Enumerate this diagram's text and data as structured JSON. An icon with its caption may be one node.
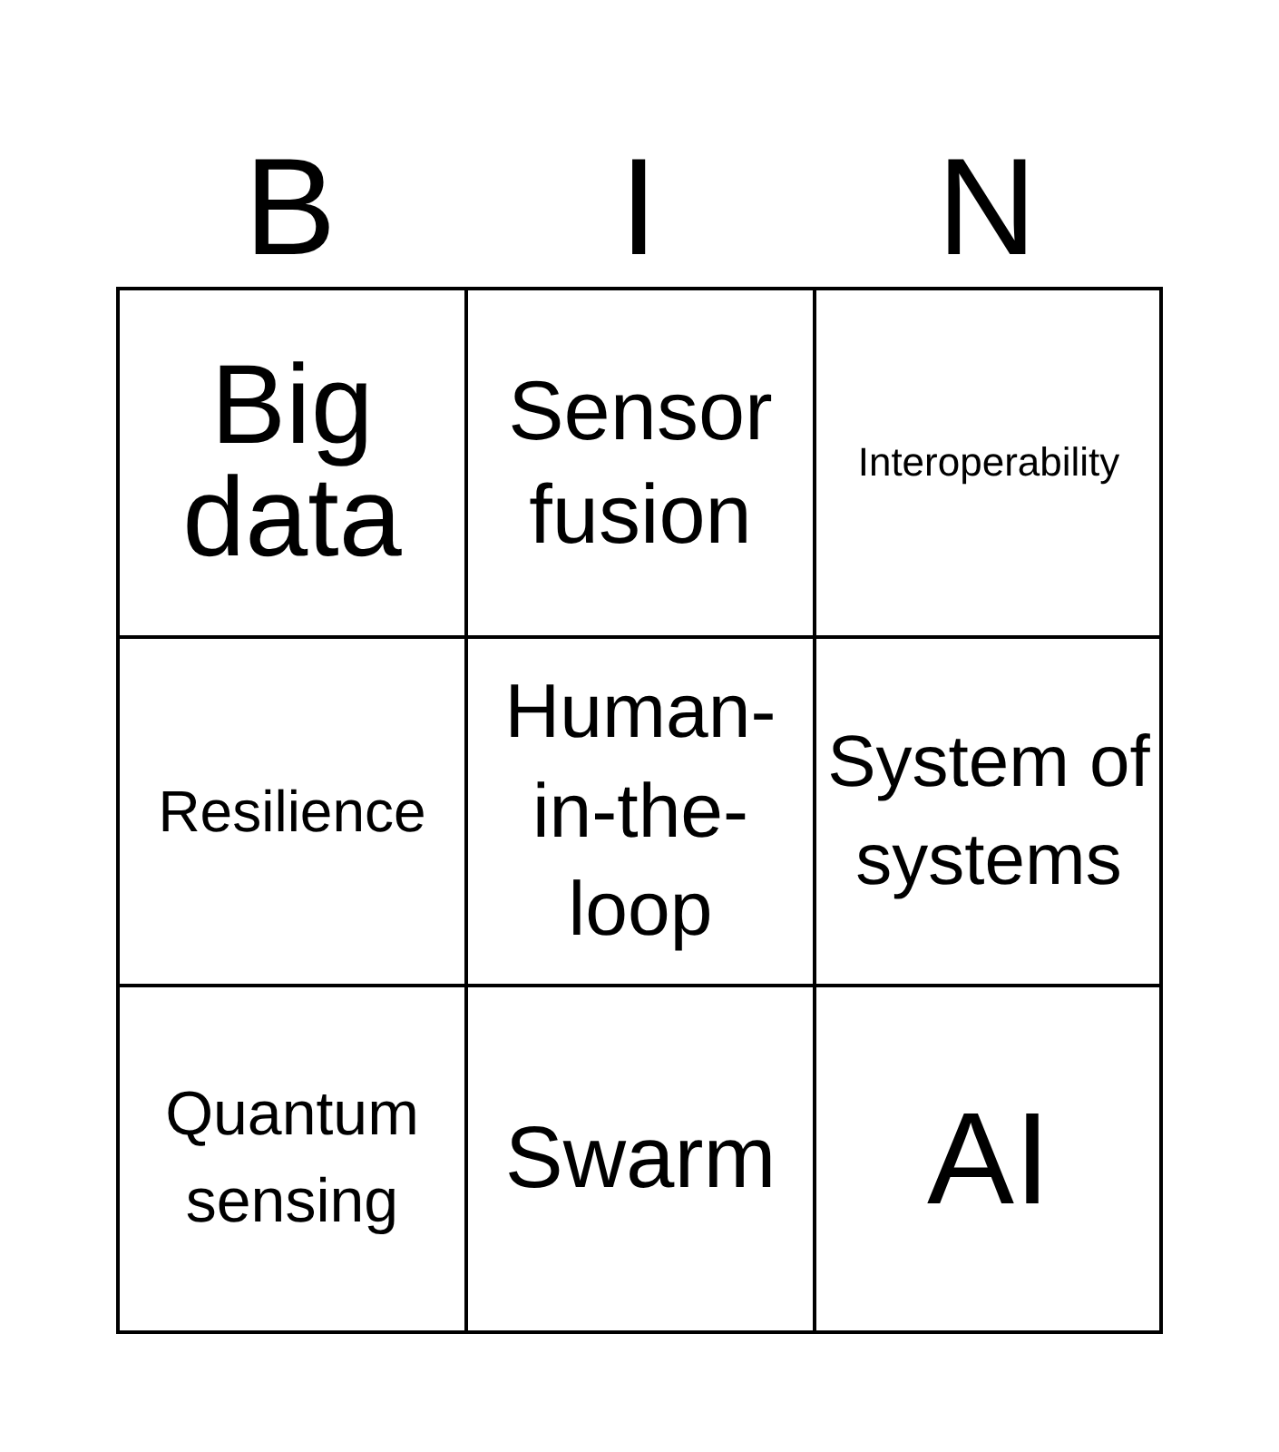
{
  "diagram": {
    "labels": [
      "B",
      "I",
      "N",
      "Big data",
      "Sensor fusion",
      "Interoperability",
      "Resilience",
      "Human-in-the-loop",
      "System of systems",
      "Quantum sensing",
      "Swarm",
      "AI"
    ]
  }
}
